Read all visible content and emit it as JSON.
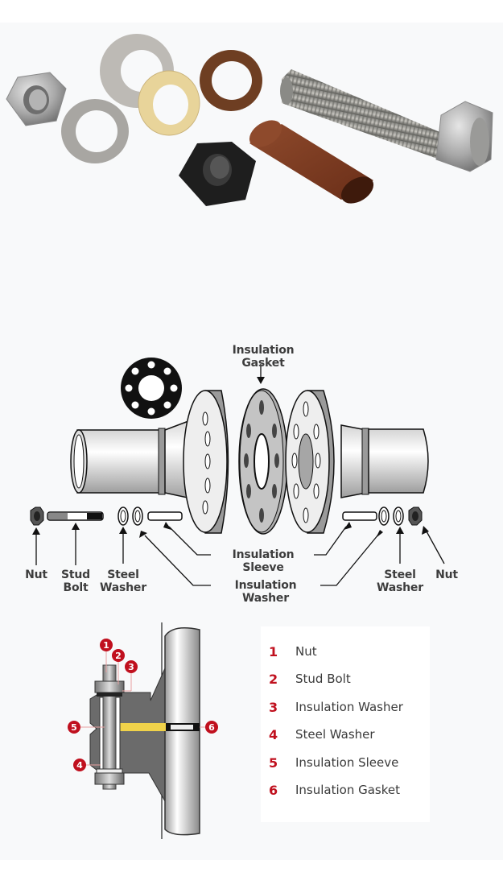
{
  "colors": {
    "panel_bg": "#f8f9fa",
    "accent_red": "#c0101e",
    "text_dark": "#3a3a3a",
    "gasket_yellow": "#f0d24a",
    "flange_gray": "#6e6e6e"
  },
  "photo": {
    "items": [
      "stainless-nut",
      "steel-washer",
      "steel-washer-large",
      "yellow-insulation-washer",
      "brown-insulation-washer",
      "black-nut",
      "insulation-sleeve",
      "stud-bolt"
    ]
  },
  "exploded_view": {
    "labels": {
      "insulation_gasket": "Insulation Gasket",
      "nut_left": "Nut",
      "stud_bolt": "Stud\nBolt",
      "steel_washer_left": "Steel\nWasher",
      "insulation_sleeve": "Insulation Sleeve",
      "insulation_washer": "Insulation Washer",
      "steel_washer_right": "Steel\nWasher",
      "nut_right": "Nut"
    }
  },
  "cross_section": {
    "markers": [
      "1",
      "2",
      "3",
      "4",
      "5",
      "6"
    ]
  },
  "legend": {
    "items": [
      {
        "num": "1",
        "label": "Nut"
      },
      {
        "num": "2",
        "label": "Stud Bolt"
      },
      {
        "num": "3",
        "label": "Insulation Washer"
      },
      {
        "num": "4",
        "label": "Steel Washer"
      },
      {
        "num": "5",
        "label": "Insulation Sleeve"
      },
      {
        "num": "6",
        "label": "Insulation Gasket"
      }
    ]
  }
}
